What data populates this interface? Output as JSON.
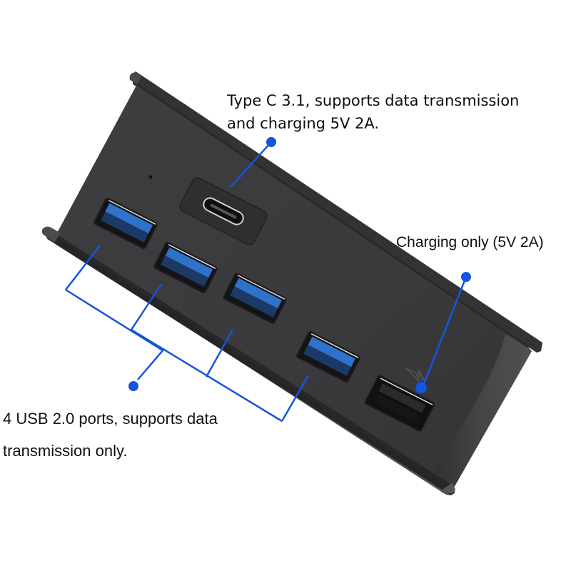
{
  "diagram": {
    "subject": "USB hub",
    "colors": {
      "body": "#3b3b3d",
      "body_edge": "#2a2a2c",
      "callout": "#1554e0",
      "usb3_tongue": "#2f72c9",
      "background": "#ffffff"
    },
    "annotations": {
      "type_c": {
        "line1": "Type C 3.1, supports data transmission",
        "line2": "and charging 5V  2A."
      },
      "charging_port": {
        "text": "Charging only (5V 2A)"
      },
      "usb_ports": {
        "line1": "4 USB 2.0 ports, supports data",
        "line2": "transmission only."
      }
    },
    "ports": [
      {
        "name": "usb-a-port-1",
        "type": "USB-A",
        "tongue_color": "blue"
      },
      {
        "name": "usb-a-port-2",
        "type": "USB-A",
        "tongue_color": "blue"
      },
      {
        "name": "usb-a-port-3",
        "type": "USB-A",
        "tongue_color": "blue"
      },
      {
        "name": "usb-a-port-4",
        "type": "USB-A",
        "tongue_color": "blue"
      },
      {
        "name": "usb-c-port",
        "type": "USB-C"
      },
      {
        "name": "charging-port",
        "type": "USB-A",
        "tongue_color": "black",
        "icon": "lightning-icon"
      }
    ]
  }
}
